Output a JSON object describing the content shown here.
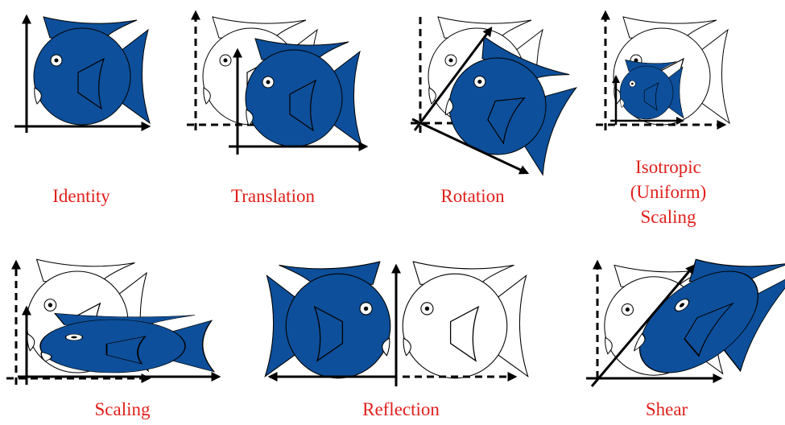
{
  "colors": {
    "fish_fill": "#0d4f9a",
    "label": "#e0201b",
    "axis": "#000000"
  },
  "panels": [
    {
      "id": "identity",
      "label": "Identity"
    },
    {
      "id": "translation",
      "label": "Translation"
    },
    {
      "id": "rotation",
      "label": "Rotation"
    },
    {
      "id": "isotropic",
      "label_lines": [
        "Isotropic",
        "(Uniform)",
        "Scaling"
      ]
    },
    {
      "id": "scaling",
      "label": "Scaling"
    },
    {
      "id": "reflection",
      "label": "Reflection"
    },
    {
      "id": "shear",
      "label": "Shear"
    }
  ]
}
